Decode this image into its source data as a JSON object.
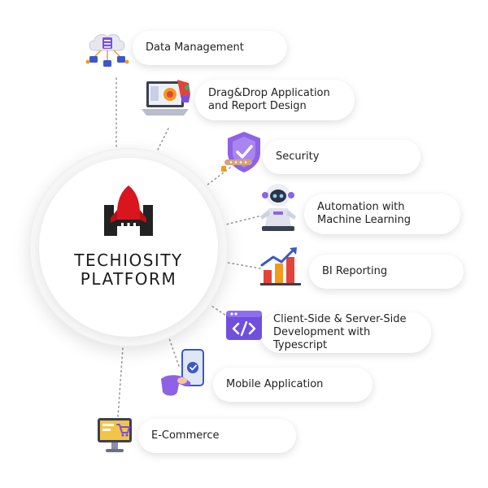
{
  "hub": {
    "title_line1": "TECHIOSITY",
    "title_line2": "PLATFORM",
    "logo_icon": "rocket-logo-icon",
    "logo_colors": {
      "rocket": "#d9151e",
      "base": "#222222"
    }
  },
  "features": [
    {
      "label": "Data Management",
      "icon": "cloud-database-icon"
    },
    {
      "label": "Drag&Drop Application\nand Report Design",
      "icon": "laptop-design-icon"
    },
    {
      "label": "Security",
      "icon": "shield-check-icon"
    },
    {
      "label": "Automation with\nMachine Learning",
      "icon": "robot-icon"
    },
    {
      "label": "BI Reporting",
      "icon": "bar-chart-growth-icon"
    },
    {
      "label": "Client-Side & Server-Side\nDevelopment with Typescript",
      "icon": "code-window-icon"
    },
    {
      "label": "Mobile Application",
      "icon": "phone-in-hand-icon"
    },
    {
      "label": "E-Commerce",
      "icon": "shopping-monitor-icon"
    }
  ],
  "colors": {
    "accent_purple": "#7b4fe0",
    "accent_orange": "#f39a1d",
    "accent_red": "#e2443a",
    "connector": "#9a9a9a"
  }
}
